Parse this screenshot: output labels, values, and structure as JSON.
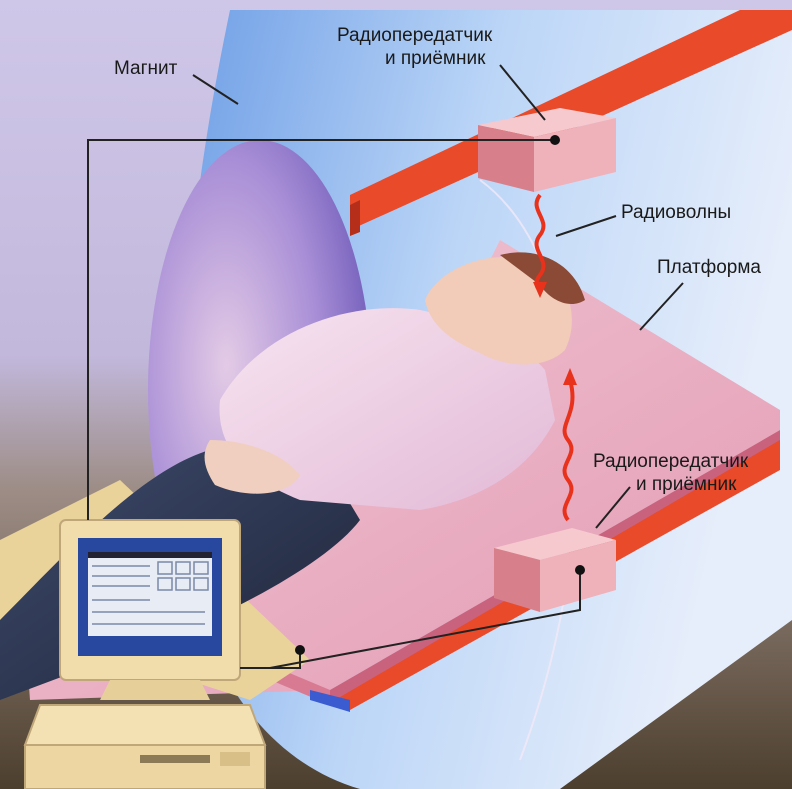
{
  "labels": {
    "magnet": "Магнит",
    "rf_top_line1": "Радиопередатчик",
    "rf_top_line2": "и приёмник",
    "radio_waves": "Радиоволны",
    "platform": "Платформа",
    "rf_bottom_line1": "Радиопередатчик",
    "rf_bottom_line2": "и приёмник"
  },
  "colors": {
    "background_top": "#cbc3e6",
    "background_bottom": "#5a4a36",
    "magnet_shell": "#9cc0ee",
    "magnet_bore": "#8670c8",
    "rail": "#e84a2a",
    "platform": "#e9a9bd",
    "rf_box": "#f2b8c0",
    "wave": "#e8321c",
    "computer_case": "#f1dcab",
    "screen": "#2f4fa8"
  }
}
